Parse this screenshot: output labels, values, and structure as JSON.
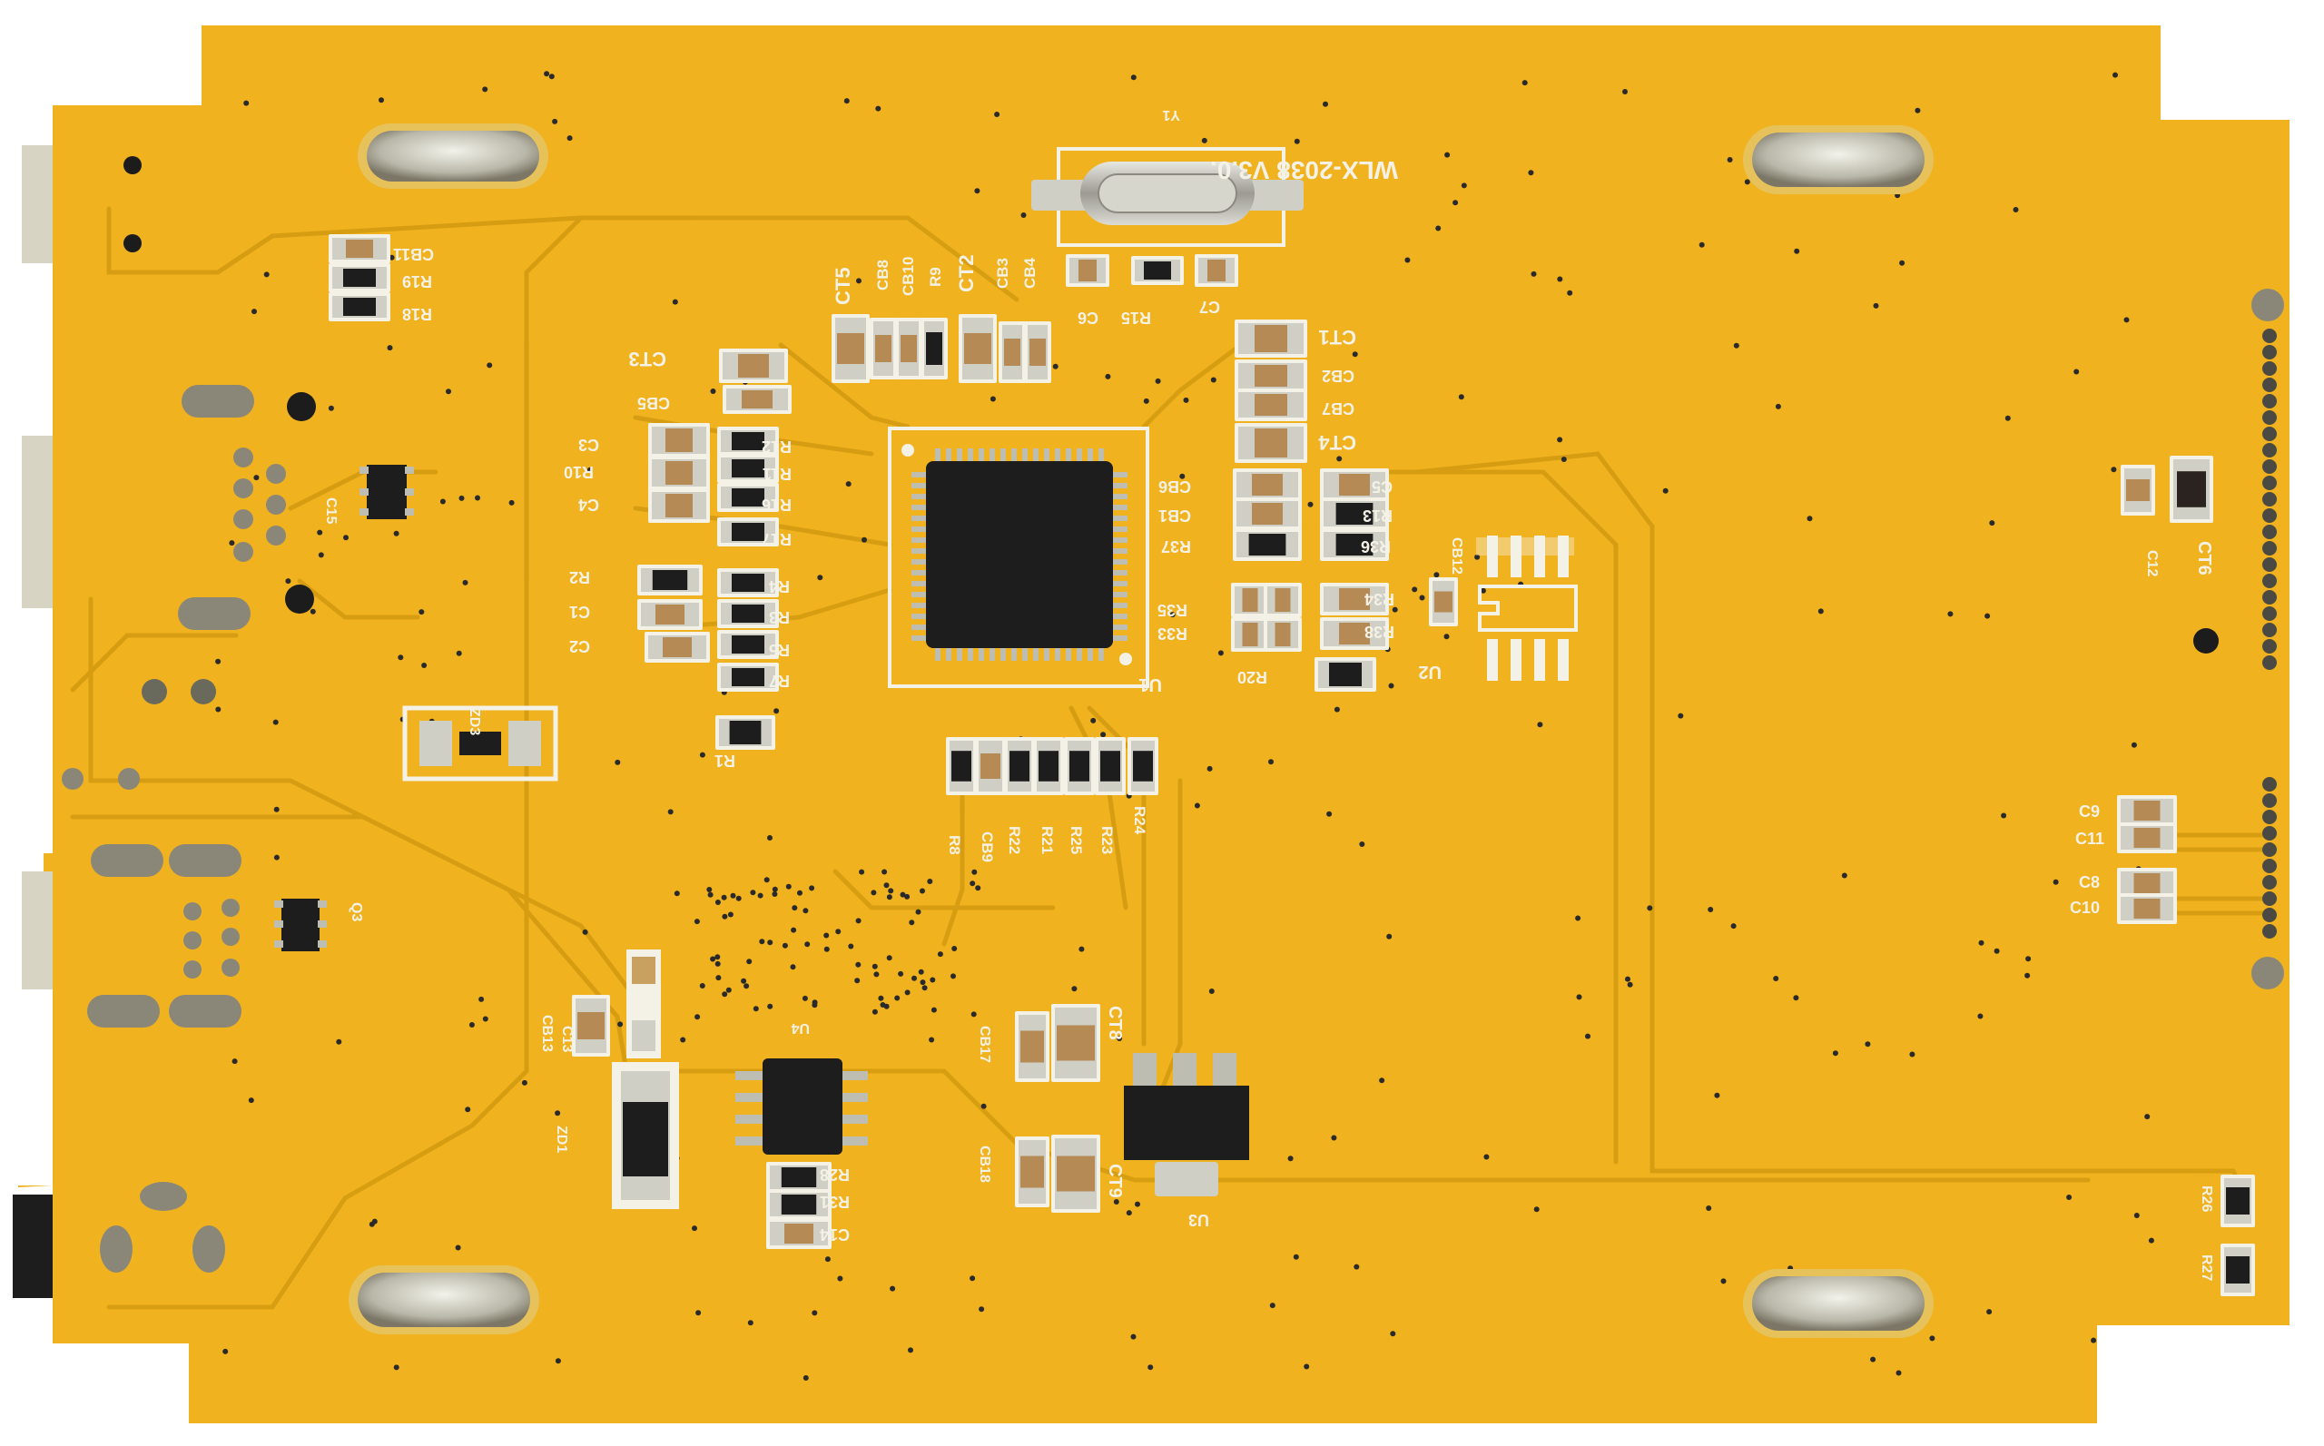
{
  "board": {
    "title": "WLX-2038 V3.0.",
    "colors": {
      "pcb": "#f0b21e",
      "pcb_dark": "#e3a312",
      "trace": "#d89c12",
      "silk": "#f4f1e6",
      "chip": "#1b1b1b",
      "pad": "#c8c8c0"
    }
  },
  "labels": {
    "y1": "Y1",
    "ct5": "CT5",
    "cb8": "CB8",
    "cb10": "CB10",
    "r9": "R9",
    "ct2": "CT2",
    "cb3": "CB3",
    "cb4": "CB4",
    "c6": "C6",
    "r15": "R15",
    "c7": "C7",
    "cb11": "CB11",
    "r19": "R19",
    "r18": "R18",
    "ct3": "CT3",
    "cb5": "CB5",
    "c3": "C3",
    "r10": "R10",
    "c4": "C4",
    "r12": "R12",
    "r11": "R11",
    "r16": "R16",
    "r17": "R17",
    "r2": "R2",
    "c1": "C1",
    "c2": "C2",
    "r4": "R4",
    "r3": "R3",
    "r5": "R5",
    "r7": "R7",
    "r1": "R1",
    "ct1": "CT1",
    "cb2": "CB2",
    "cb7": "CB7",
    "ct4": "CT4",
    "cb6": "CB6",
    "cb1": "CB1",
    "r37": "R37",
    "c5": "C5",
    "r13": "R13",
    "r36": "R36",
    "cb12": "CB12",
    "r34": "R34",
    "r38": "R38",
    "r35": "R35",
    "r33": "R33",
    "r20": "R20",
    "u1": "U1",
    "u2": "U2",
    "zd3": "ZD3",
    "c15": "C15",
    "q3": "Q3",
    "r8": "R8",
    "cb9": "CB9",
    "r22": "R22",
    "r21": "R21",
    "r25": "R25",
    "r23": "R23",
    "r24": "R24",
    "c12": "C12",
    "ct6": "CT6",
    "c9": "C9",
    "c11": "C11",
    "c8": "C8",
    "c10": "C10",
    "cb13": "CB13",
    "c13": "C13",
    "zd1": "ZD1",
    "u4": "U4",
    "r28": "R28",
    "r31": "R31",
    "c14": "C14",
    "cb17": "CB17",
    "ct8": "CT8",
    "cb18": "CB18",
    "ct9": "CT9",
    "u3": "U3",
    "r26": "R26",
    "r27": "R27"
  }
}
